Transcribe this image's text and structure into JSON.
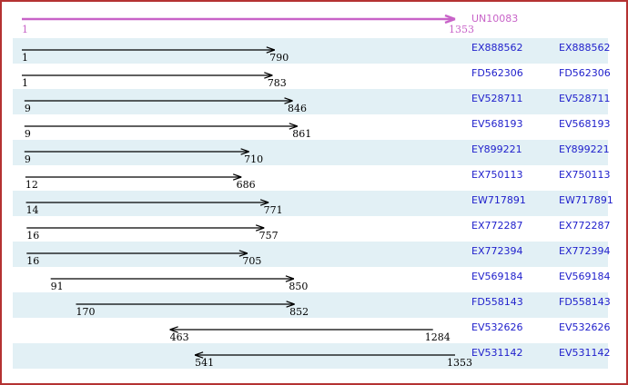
{
  "colors": {
    "border_red": "#b43232",
    "page_bg": "#ffffff",
    "row_alt_bg": "#e2f0f5",
    "consensus_magenta": "#c863c8",
    "accession_blue": "#2121cc",
    "arrow_black": "#000000"
  },
  "scale": {
    "min": 1,
    "max": 1353
  },
  "consensus": {
    "label": "UN10083",
    "start": "1",
    "end": "1353",
    "direction": "right"
  },
  "alignments": [
    {
      "accession": "EX888562",
      "start": 1,
      "end": 790,
      "direction": "right"
    },
    {
      "accession": "FD562306",
      "start": 1,
      "end": 783,
      "direction": "right"
    },
    {
      "accession": "EV528711",
      "start": 9,
      "end": 846,
      "direction": "right"
    },
    {
      "accession": "EV568193",
      "start": 9,
      "end": 861,
      "direction": "right"
    },
    {
      "accession": "EY899221",
      "start": 9,
      "end": 710,
      "direction": "right"
    },
    {
      "accession": "EX750113",
      "start": 12,
      "end": 686,
      "direction": "right"
    },
    {
      "accession": "EW717891",
      "start": 14,
      "end": 771,
      "direction": "right"
    },
    {
      "accession": "EX772287",
      "start": 16,
      "end": 757,
      "direction": "right"
    },
    {
      "accession": "EX772394",
      "start": 16,
      "end": 705,
      "direction": "right"
    },
    {
      "accession": "EV569184",
      "start": 91,
      "end": 850,
      "direction": "right"
    },
    {
      "accession": "FD558143",
      "start": 170,
      "end": 852,
      "direction": "right"
    },
    {
      "accession": "EV532626",
      "start": 463,
      "end": 1284,
      "direction": "left"
    },
    {
      "accession": "EV531142",
      "start": 541,
      "end": 1353,
      "direction": "left"
    }
  ]
}
